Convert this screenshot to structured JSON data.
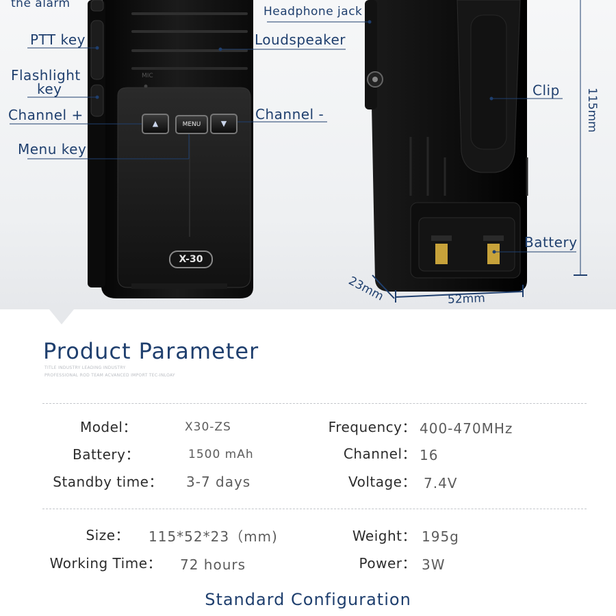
{
  "diagram": {
    "callouts": {
      "alarm": "the alarm",
      "ptt": "PTT key",
      "flashlight_line1": "Flashlight",
      "flashlight_line2": "key",
      "channel_plus": "Channel +",
      "menu_key": "Menu key",
      "headphone_jack": "Headphone jack",
      "loudspeaker": "Loudspeaker",
      "channel_minus": "Channel -",
      "clip": "Clip",
      "battery": "Battery"
    },
    "dimensions": {
      "height": "115mm",
      "depth": "23mm",
      "width": "52mm"
    },
    "device": {
      "model_badge": "X-30",
      "menu_button": "MENU",
      "up_glyph": "▲",
      "down_glyph": "▼",
      "mic_label": "MIC"
    },
    "colors": {
      "callout_text": "#1f3f6e",
      "device_body": "#141414"
    }
  },
  "parameters": {
    "title": "Product Parameter",
    "subtitle_line1": "TITLE INDUSTRY LEADING INDUSTRY",
    "subtitle_line2": "PROFESSIONAL ROD TEAM ACVANCED IMPORT TEC-INLOAY",
    "rows": [
      {
        "label": "Model：",
        "value": "X30-ZS"
      },
      {
        "label": "Frequency：",
        "value": "400-470MHz"
      },
      {
        "label": "Battery：",
        "value": "1500 mAh"
      },
      {
        "label": "Channel：",
        "value": "16"
      },
      {
        "label": "Standby time：",
        "value": "3-7 days"
      },
      {
        "label": "Voltage：",
        "value": "7.4V"
      },
      {
        "label": "Size：",
        "value": "115*52*23（mm)"
      },
      {
        "label": "Weight：",
        "value": "195g"
      },
      {
        "label": "Working Time：",
        "value": "72 hours"
      },
      {
        "label": "Power：",
        "value": "3W"
      }
    ],
    "config_title": "Standard Configuration"
  }
}
